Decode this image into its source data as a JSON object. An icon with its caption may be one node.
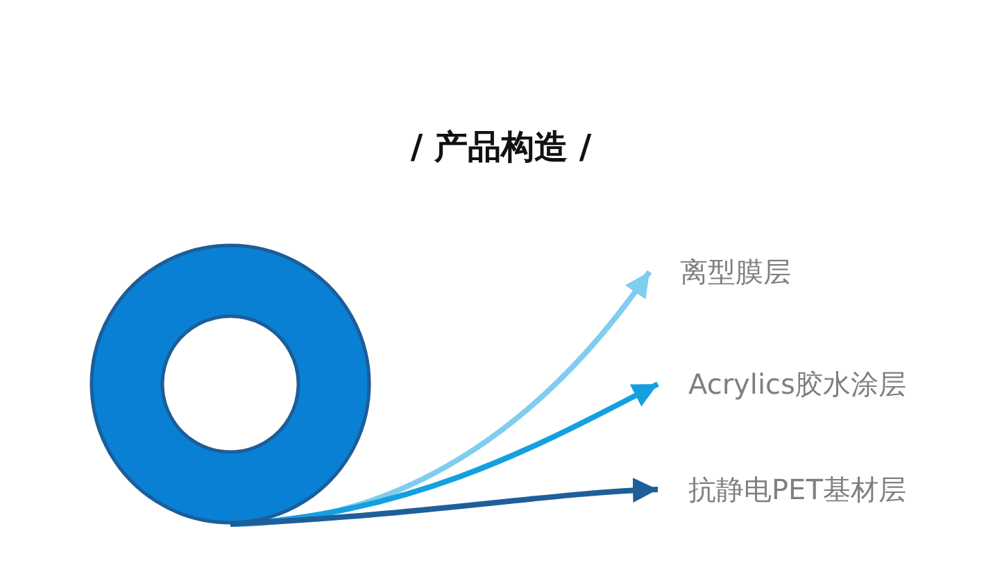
{
  "diagram": {
    "title": "/ 产品构造 /",
    "nodes": [
      {
        "text": [],
        "shape": "circle"
      },
      {
        "text": [
          "离型膜层"
        ]
      },
      {
        "text": [
          "Acrylics胶水涂层"
        ]
      },
      {
        "text": [
          "抗静电PET基材层"
        ]
      }
    ],
    "edges": [
      {
        "from": 0,
        "to": 1,
        "arrow": "to",
        "color": "#7fcdef"
      },
      {
        "from": 0,
        "to": 2,
        "arrow": "to",
        "color": "#14a0e0"
      },
      {
        "from": 0,
        "to": 3,
        "arrow": "to",
        "color": "#1f5f99"
      }
    ]
  }
}
